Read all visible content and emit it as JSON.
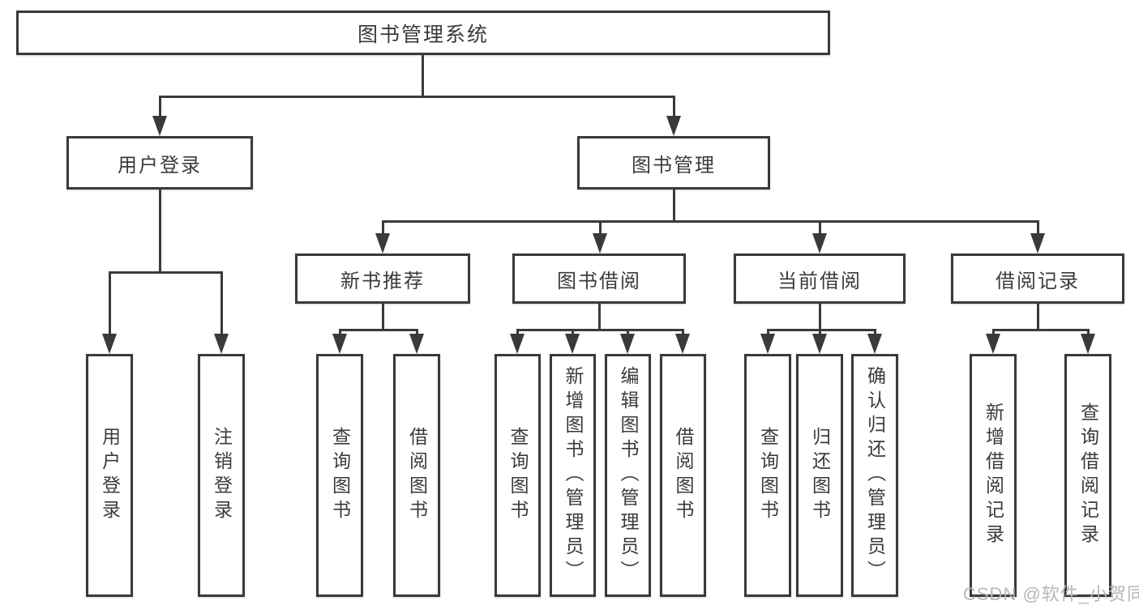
{
  "tree": {
    "root": "图书管理系统",
    "level2": [
      {
        "label": "用户登录",
        "leaves": [
          "用户登录",
          "注销登录"
        ]
      },
      {
        "label": "图书管理",
        "sections": [
          {
            "label": "新书推荐",
            "leaves": [
              "查询图书",
              "借阅图书"
            ]
          },
          {
            "label": "图书借阅",
            "leaves": [
              "查询图书",
              "新增图书（管理员）",
              "编辑图书（管理员）",
              "借阅图书"
            ]
          },
          {
            "label": "当前借阅",
            "leaves": [
              "查询图书",
              "归还图书",
              "确认归还（管理员）"
            ]
          },
          {
            "label": "借阅记录",
            "leaves": [
              "新增借阅记录",
              "查询借阅记录"
            ]
          }
        ]
      }
    ]
  },
  "watermark": "CSDN @软件_小贺同学",
  "colors": {
    "line": "#3a3a3a",
    "text": "#3b3b3b",
    "background": "#ffffff",
    "watermark": "#b3b8bd"
  }
}
